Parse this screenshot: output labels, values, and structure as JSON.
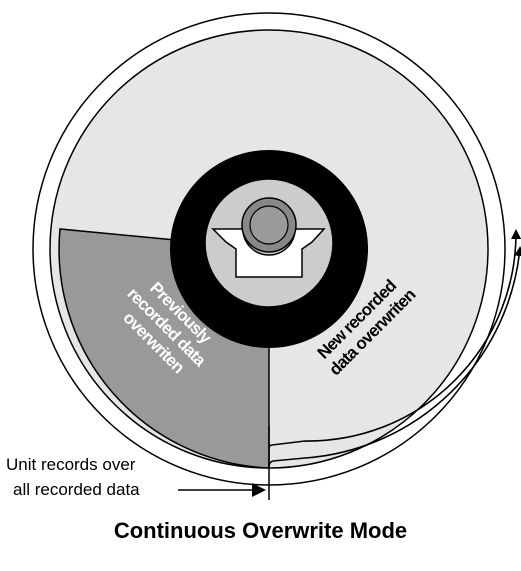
{
  "diagram": {
    "segments": {
      "previous": {
        "lines": [
          "Previously",
          "recorded data",
          "overwriten"
        ]
      },
      "new": {
        "lines": [
          "New recorded",
          "data overwriten"
        ]
      }
    },
    "callout": {
      "lines": [
        "Unit records over",
        "all recorded data"
      ]
    },
    "caption": "Continuous Overwrite Mode",
    "colors": {
      "disk_light": "#e6e6e6",
      "disk_previous": "#999999",
      "hub_ring": "#000000",
      "hub_inner": "#cccccc",
      "spindle": "#888888",
      "label_previous": "#ffffff",
      "label_new": "#000000"
    },
    "icons": [
      "rotation-arrow-icon",
      "pointer-arrow-icon"
    ]
  }
}
